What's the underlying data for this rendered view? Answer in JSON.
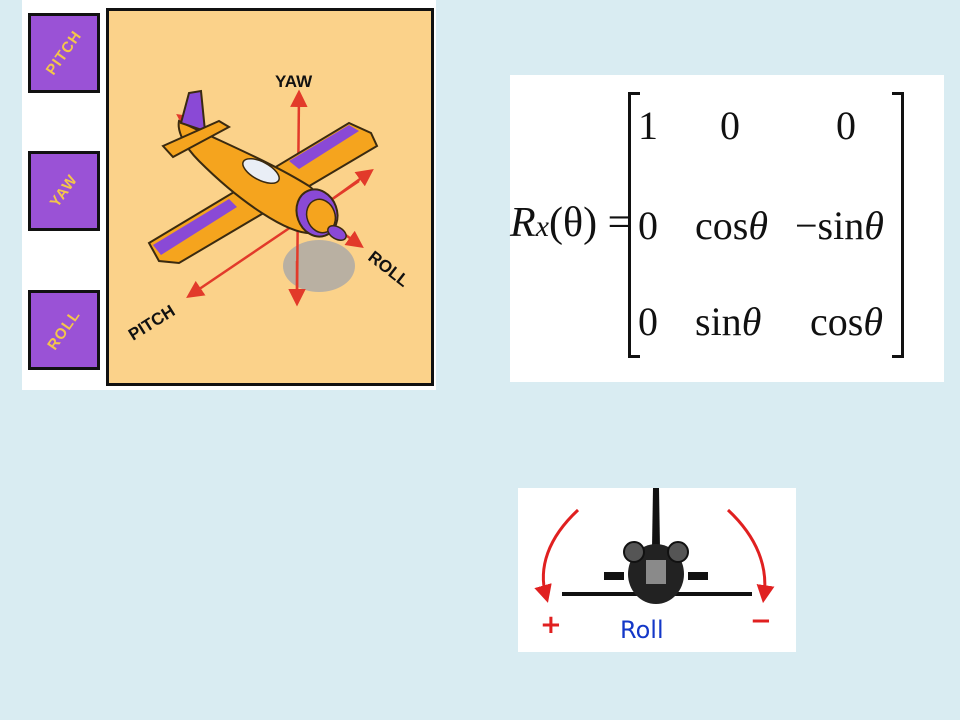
{
  "plane_panel": {
    "buttons": [
      {
        "label": "PITCH"
      },
      {
        "label": "YAW"
      },
      {
        "label": "ROLL"
      }
    ],
    "axis_labels": {
      "yaw": "YAW",
      "roll": "ROLL",
      "pitch": "PITCH"
    },
    "colors": {
      "button_fill": "#9a52d6",
      "button_text": "#f4c64a",
      "art_background": "#fbd28a",
      "plane_body": "#f5a41e",
      "plane_trim": "#8a49d6",
      "axis_arrow": "#e23a2a"
    }
  },
  "matrix": {
    "lhs_symbol": "R",
    "lhs_subscript": "x",
    "lhs_argument": "(θ)",
    "equals": "=",
    "rows": [
      [
        {
          "fn": "",
          "num": "1"
        },
        {
          "fn": "",
          "num": "0"
        },
        {
          "fn": "",
          "num": "0"
        }
      ],
      [
        {
          "fn": "",
          "num": "0"
        },
        {
          "fn": "cos",
          "arg": "θ"
        },
        {
          "fn": "−sin",
          "arg": "θ"
        }
      ],
      [
        {
          "fn": "",
          "num": "0"
        },
        {
          "fn": "sin",
          "arg": "θ"
        },
        {
          "fn": "cos",
          "arg": "θ"
        }
      ]
    ]
  },
  "roll_panel": {
    "label": "Roll",
    "plus": "+",
    "minus": "−",
    "colors": {
      "label": "#1438c8",
      "arrow": "#e02020"
    }
  }
}
